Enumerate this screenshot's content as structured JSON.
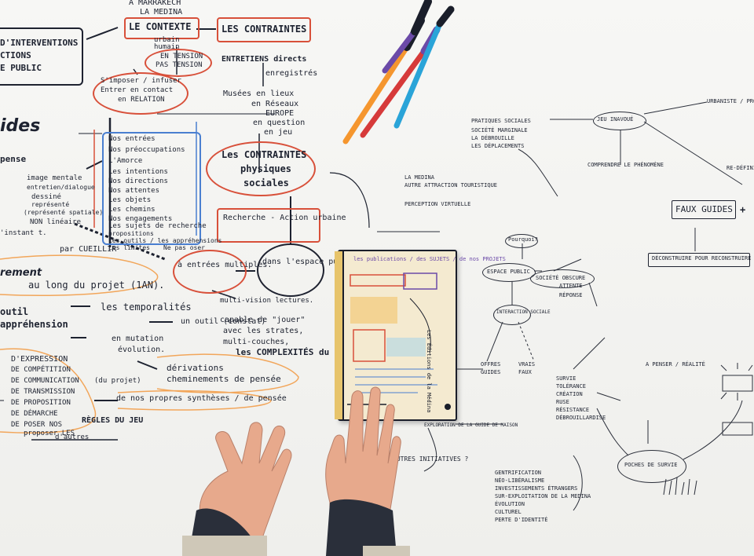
{
  "paper_texts": {
    "marrakech": "À MARRAKECH",
    "medina": "LA MEDINA",
    "contexte": "LE CONTEXTE",
    "contraintes": "LES CONTRAINTES",
    "urbain": "urbain",
    "humain": "humain",
    "en_tension": "EN TENSION",
    "pas_tension": "PAS TENSION",
    "entretiens": "ENTRETIENS directs",
    "enregistres": "enregistrés",
    "interventions": "D'INTERVENTIONS",
    "ctions": "CTIONS",
    "public": "E PUBLIC",
    "simposer": "S'imposer / infuser",
    "contact": "Entrer en contact",
    "relation": "en RELATION",
    "musees": "Musées en lieux",
    "reseaux": "en Réseaux",
    "europe": "EUROPE",
    "question": "en question",
    "en_jeu": "en jeu",
    "nos_entrees": "Nos entrées",
    "preoccupations": "Nos préoccupations",
    "amorce": "L'Amorce",
    "intentions": "Les intentions",
    "directions": "Nos directions",
    "attentes": "Nos attentes",
    "objets": "Les objets",
    "chemins": "Les chemins",
    "engagements": "Nos engagements",
    "sujets": "Les sujets de recherche",
    "propositions": "propositions",
    "outils": "Les outils / les appréhensions",
    "limites": "Les limites",
    "oser": "Ne pas oser",
    "les_contraintes2": "Les CONTRAINTES",
    "physiques": "physiques",
    "sociales": "sociales",
    "ides": "ides",
    "pense": "pense",
    "image_mentale": "image mentale",
    "dialogue": "entretien/dialogue",
    "dessine": "dessiné",
    "represente": "représenté",
    "spatiale": "(représenté spatiale)",
    "non_lineaire": "NON linéaire",
    "recherche_action": "Recherche - Action urbaine",
    "par_cueillir": "par CUEILLIR",
    "instant": "'instant t.",
    "entrees_multiples": "à entrées multiples.",
    "espace_public": "dans l'espace public.",
    "long_projet": "au long du projet (1AN).",
    "rement": "rement",
    "temporalites": "les temporalités",
    "multi_lecture": "multi-vision lectures.",
    "outil": "outil",
    "apprehension": "appréhension",
    "un_outil": "un outil (constat)",
    "capable": "capable de \"jouer\"",
    "strates": "avec les strates,",
    "multi_couches": "multi-couches,",
    "complexites": "les COMPLEXITÉS du projet",
    "mutation": "en mutation",
    "evolution": "évolution.",
    "derivations": "dérivations",
    "cheminements": "cheminements de pensée",
    "expression": "D'EXPRESSION",
    "competition": "DE COMPÉTITION",
    "communication": "DE COMMUNICATION",
    "transmission": "DE TRANSMISSION",
    "proposition": "DE PROPOSITION",
    "demarche": "DE DÉMARCHE",
    "poser": "DE POSER NOS",
    "regles": "RÈGLES DU JEU",
    "du_projet": "(du projet)",
    "syntheses": "de nos propres synthèses / de pensée",
    "proposer": "proposer LES",
    "autres": "d'autres",
    "faux_guides": "FAUX GUIDES",
    "faux_guides_plus": "+",
    "deconstruire": "DÉCONSTRUIRE POUR RECONSTRUIRE",
    "espace_public_node": "ESPACE PUBLIC",
    "societe": "SOCIÉTÉ OBSCURE",
    "question_node": "Pourquoi?",
    "jeu_inavoue": "JEU INAVOUÉ",
    "interaction": "INTERACTION SOCIALE",
    "poches": "POCHES DE SURVIE",
    "offres": "OFFRES",
    "guides": "GUIDES",
    "faux": "FAUX",
    "vrais": "VRAIS",
    "survie": "SURVIE",
    "tolerance": "TOLÉRANCE",
    "creation": "CRÉATION",
    "ruse": "RUSE",
    "resistance": "RÉSISTANCE",
    "debrouillardise": "DÉBROUILLARDISE",
    "a_penser": "A PENSER / RÉALITÉ",
    "gentrification": "GENTRIFICATION",
    "neo_liberalisme": "NÉO-LIBÉRALISME",
    "investissement": "INVESTISSEMENTS ÉTRANGERS",
    "exploitation": "SUR-EXPLOITATION DE LA MEDINA",
    "evolution_r": "ÉVOLUTION",
    "culturel": "CULTUREL",
    "identite": "PERTE D'IDENTITÉ",
    "exploration": "EXPLORATION DE LA GUIDE DE MAISON",
    "autres_initiatives": "AUTRES INITIATIVES ?",
    "pratiques": "PRATIQUES SOCIALES",
    "societe_marginale": "SOCIÉTÉ MARGINALE",
    "la_debrouille": "LA DÉBROUILLE",
    "deplacements": "LES DÉPLACEMENTS",
    "urbaniste": "URBANISTE / PROSPECTIVE",
    "re_definir": "RE-DÉFINIR",
    "comprendre": "COMPRENDRE LE PHÉNOMÈNE",
    "la_medina": "LA MEDINA",
    "autre_attraction": "AUTRE ATTRACTION TOURISTIQUE",
    "perception": "PERCEPTION VIRTUELLE",
    "attente": "ATTENTE",
    "reponse": "RÉPONSE",
    "notebook_title": "les publications / des SUJETS / de nos PROJETS",
    "notebook_side": "Les Éditions de la Médina"
  },
  "marker_colors": {
    "pen1": "#f5962e",
    "pen2": "#d63a3a",
    "pen3": "#2aa4d8",
    "pen4": "#1a1e2a",
    "pen5": "#6b4aa8",
    "cap": "#222222",
    "accent_red": "#d8503a",
    "accent_orange": "#f2a65a",
    "accent_blue": "#4a7fd0"
  }
}
